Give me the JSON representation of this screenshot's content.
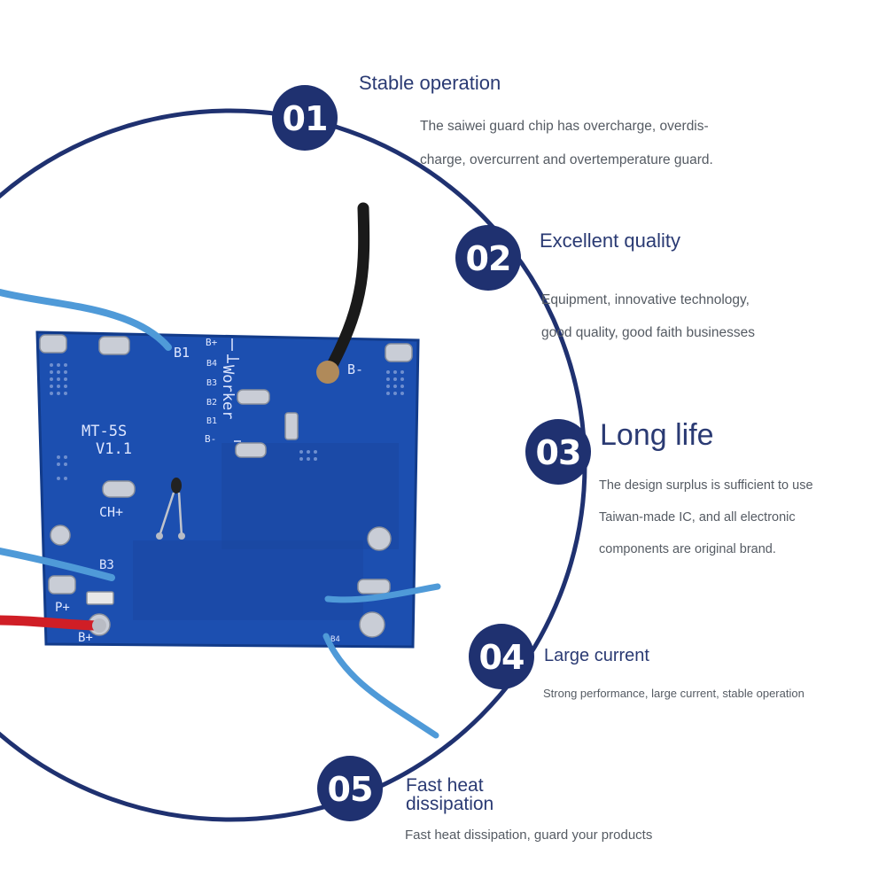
{
  "features": [
    {
      "number": "01",
      "title": "Stable operation",
      "description": [
        "The saiwei guard chip has overcharge, overdis-",
        "charge, overcurrent and overtemperature guard."
      ]
    },
    {
      "number": "02",
      "title": "Excellent quality",
      "description": [
        "Equipment, innovative technology,",
        "good quality, good faith businesses"
      ]
    },
    {
      "number": "03",
      "title": "Long life",
      "description": [
        "The design surplus is sufficient to use",
        "Taiwan-made IC, and all electronic",
        "components are original brand."
      ]
    },
    {
      "number": "04",
      "title": "Large current",
      "description": [
        "Strong performance, large current, stable operation"
      ]
    },
    {
      "number": "05",
      "title": [
        "Fast heat",
        "dissipation"
      ],
      "description": [
        "Fast heat dissipation, guard your products"
      ]
    }
  ],
  "board": {
    "model": [
      "MT-5S",
      "V1.1"
    ],
    "silkscreen": [
      "B1",
      "B+",
      "B4",
      "B3",
      "B2",
      "B1",
      "B-",
      "Worker",
      "B-",
      "CH+",
      "B3",
      "P+",
      "B+",
      "B4"
    ]
  },
  "colors": {
    "accent": "#1f3170",
    "title_text": "#2a3a73",
    "body_text": "#555b63",
    "pcb": "#1c4fb0",
    "wire_blue": "#4f9ad8",
    "wire_red": "#d01e26",
    "wire_black": "#1a1a1a"
  }
}
